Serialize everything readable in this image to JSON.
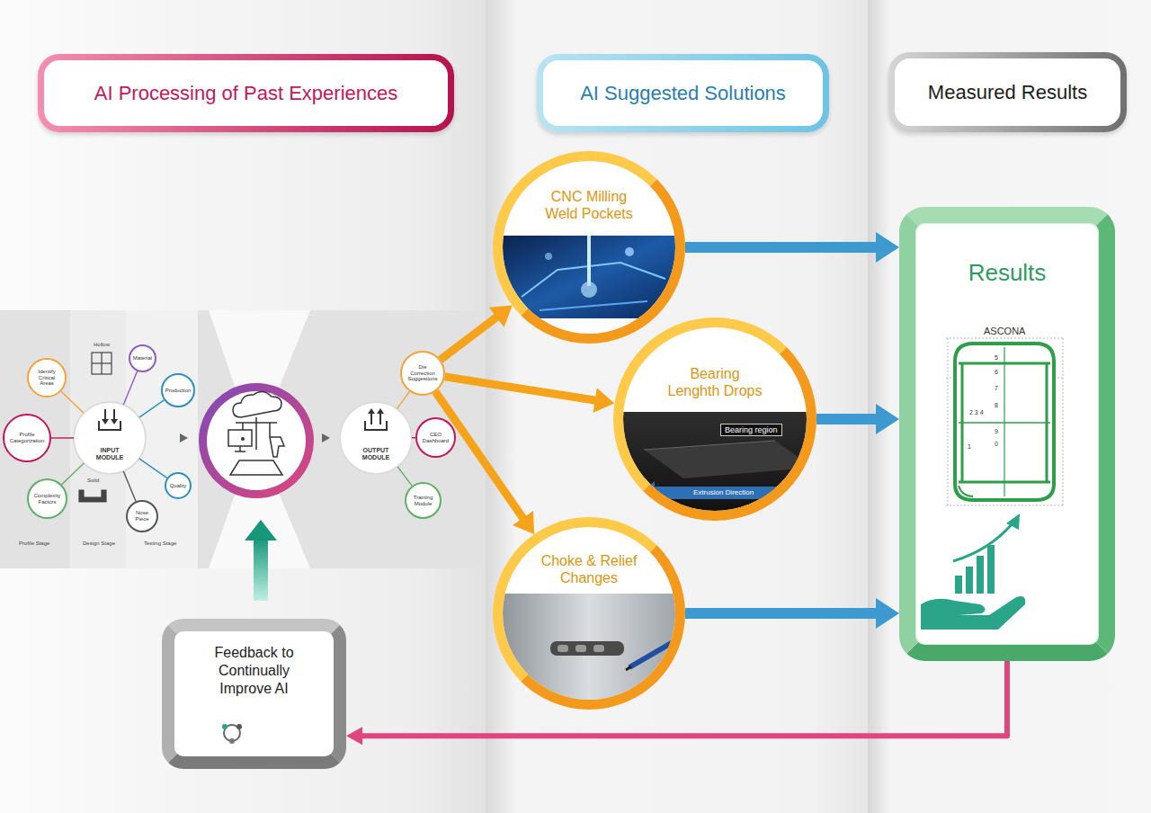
{
  "diagram": {
    "nodes": [
      {
        "text": [
          "AI Processing of Past Experiences"
        ]
      },
      {
        "text": [
          "AI Suggested Solutions"
        ]
      },
      {
        "text": [
          "Measured Results"
        ]
      },
      {
        "text": [
          "Identify Critical Areas"
        ]
      },
      {
        "text": [
          "Material"
        ]
      },
      {
        "text": [
          "Profile Categorization"
        ]
      },
      {
        "text": [
          "INPUT MODULE"
        ]
      },
      {
        "text": [
          "Production"
        ]
      },
      {
        "text": [
          "Complexity Factors"
        ]
      },
      {
        "text": [
          "Quality"
        ]
      },
      {
        "text": [
          "Nose Piece"
        ]
      },
      {
        "text": [
          "OUTPUT MODULE"
        ]
      },
      {
        "text": [
          "Die Correction Suggestions"
        ]
      },
      {
        "text": [
          "CEO Dashboard"
        ]
      },
      {
        "text": [
          "Training Module"
        ]
      },
      {
        "text": [
          "CNC Milling Weld Pockets"
        ]
      },
      {
        "text": [
          "Bearing Lenghth Drops"
        ]
      },
      {
        "text": [
          "Choke & Relief Changes"
        ]
      },
      {
        "text": [
          "Results"
        ]
      },
      {
        "text": [
          "Feedback to Continually Improve AI"
        ]
      }
    ],
    "edges": [
      {
        "from": 6,
        "to": 3,
        "arrow": "none"
      },
      {
        "from": 6,
        "to": 4,
        "arrow": "none"
      },
      {
        "from": 6,
        "to": 5,
        "arrow": "none"
      },
      {
        "from": 6,
        "to": 7,
        "arrow": "none"
      },
      {
        "from": 6,
        "to": 8,
        "arrow": "none"
      },
      {
        "from": 6,
        "to": 9,
        "arrow": "none"
      },
      {
        "from": 6,
        "to": 10,
        "arrow": "none"
      },
      {
        "from": 11,
        "to": 12,
        "arrow": "none"
      },
      {
        "from": 11,
        "to": 13,
        "arrow": "none"
      },
      {
        "from": 11,
        "to": 14,
        "arrow": "none"
      },
      {
        "from": 12,
        "to": 15,
        "arrow": "to"
      },
      {
        "from": 12,
        "to": 16,
        "arrow": "to"
      },
      {
        "from": 12,
        "to": 17,
        "arrow": "to"
      },
      {
        "from": 15,
        "to": 18,
        "arrow": "to"
      },
      {
        "from": 16,
        "to": 18,
        "arrow": "to"
      },
      {
        "from": 17,
        "to": 18,
        "arrow": "to"
      },
      {
        "from": 18,
        "to": 19,
        "arrow": "to"
      }
    ],
    "labels": [
      "Hollow",
      "Solid",
      "Profile Stage",
      "Design Stage",
      "Testing Stage",
      "Bearing region",
      "Extrusion Direction",
      "ASCONA",
      "5",
      "6",
      "7",
      "8",
      "9",
      "0",
      "2 3 4",
      "1"
    ]
  }
}
